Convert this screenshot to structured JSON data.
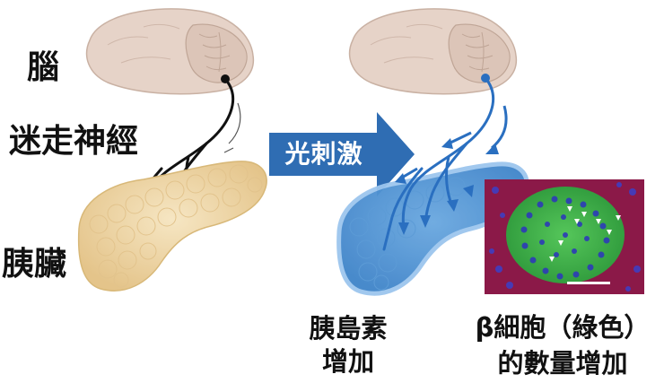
{
  "labels": {
    "brain": "腦",
    "vagus_nerve": "迷走神經",
    "pancreas": "胰臟",
    "light_stimulation": "光刺激",
    "insulin_line1": "胰島素",
    "insulin_line2": "增加",
    "beta_line1": "β細胞（綠色）",
    "beta_line2": "的數量增加"
  },
  "colors": {
    "brain": "#e6d3c8",
    "brain_line": "#bfa596",
    "pancreas": "#f0d9a8",
    "nerve_black": "#111111",
    "nerve_blue": "#2a6fc0",
    "pancreas_stimulated": "#4f95d6",
    "arrow_blue": "#2f6db3",
    "islet_green": "#3fb04a",
    "tissue_magenta": "#b0205a",
    "nuclei_blue": "#3a40c8"
  }
}
